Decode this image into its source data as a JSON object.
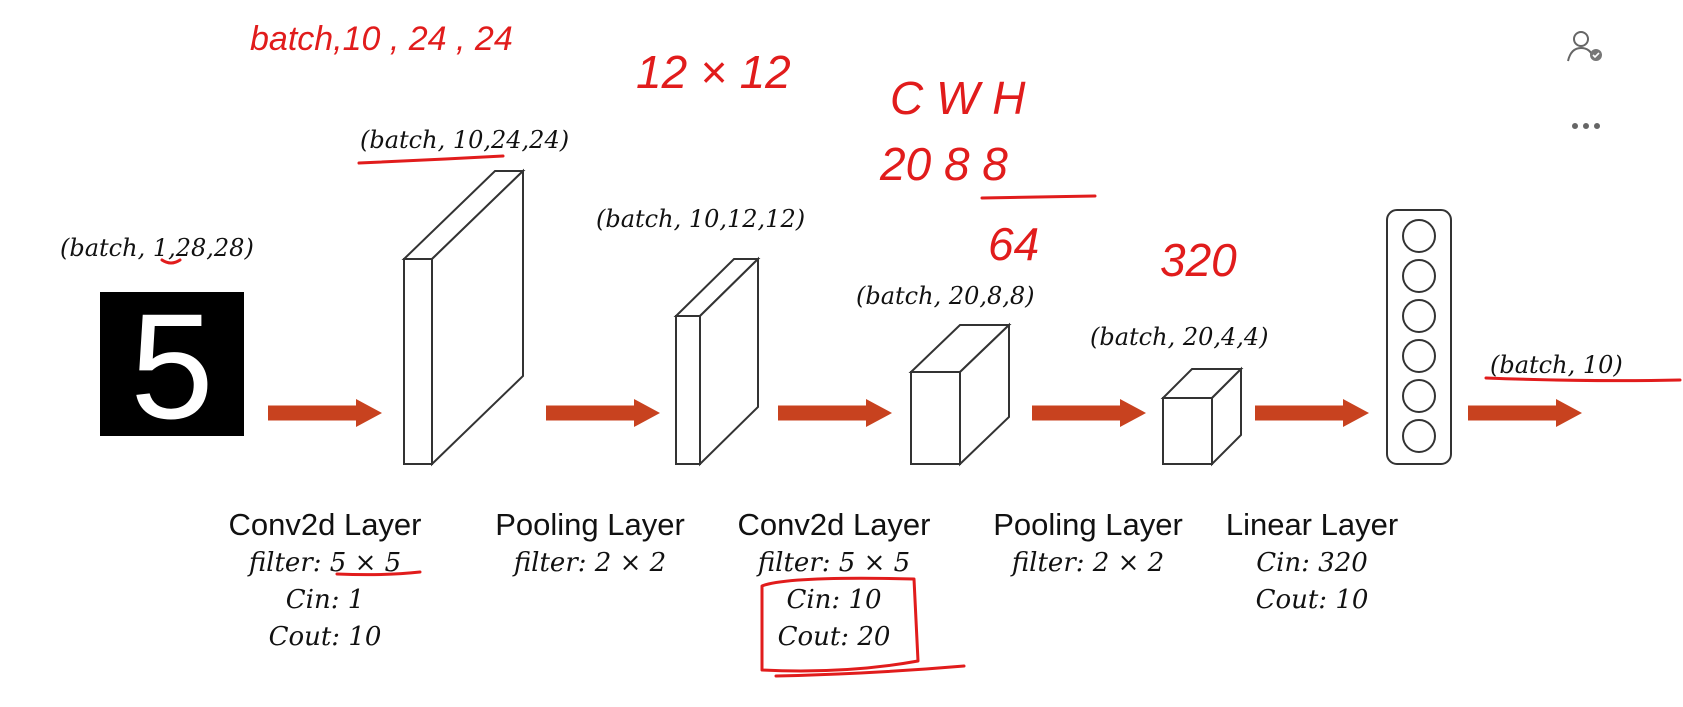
{
  "input": {
    "shape_label": "(batch, 1,28,28)",
    "digit_glyph": "5"
  },
  "shape_labels": {
    "conv1_output": "(batch, 10,24,24)",
    "pool1_output": "(batch, 10,12,12)",
    "conv2_output": "(batch, 20,8,8)",
    "pool2_output": "(batch, 20,4,4)",
    "final_output": "(batch, 10)"
  },
  "layers": [
    {
      "title": "Conv2d Layer",
      "params": [
        "filter: 5 × 5",
        "Cin: 1",
        "Cout: 10"
      ]
    },
    {
      "title": "Pooling Layer",
      "params": [
        "filter: 2 × 2"
      ]
    },
    {
      "title": "Conv2d Layer",
      "params": [
        "filter: 5 × 5",
        "Cin: 10",
        "Cout: 20"
      ]
    },
    {
      "title": "Pooling Layer",
      "params": [
        "filter: 2 × 2"
      ]
    },
    {
      "title": "Linear Layer",
      "params": [
        "Cin: 320",
        "Cout: 10"
      ]
    }
  ],
  "annotations": {
    "top_left": "batch,10 , 24 , 24",
    "dims": "12 × 12",
    "header": "C  W H",
    "values": "20   8  8",
    "product": "64",
    "flatten": "320"
  },
  "icons": {
    "user": "user-check-icon",
    "more": "more-horizontal-icon"
  },
  "colors": {
    "arrow": "#c8421f",
    "annotation": "#e11c1c",
    "outline": "#333333",
    "image_bg": "#000000"
  }
}
